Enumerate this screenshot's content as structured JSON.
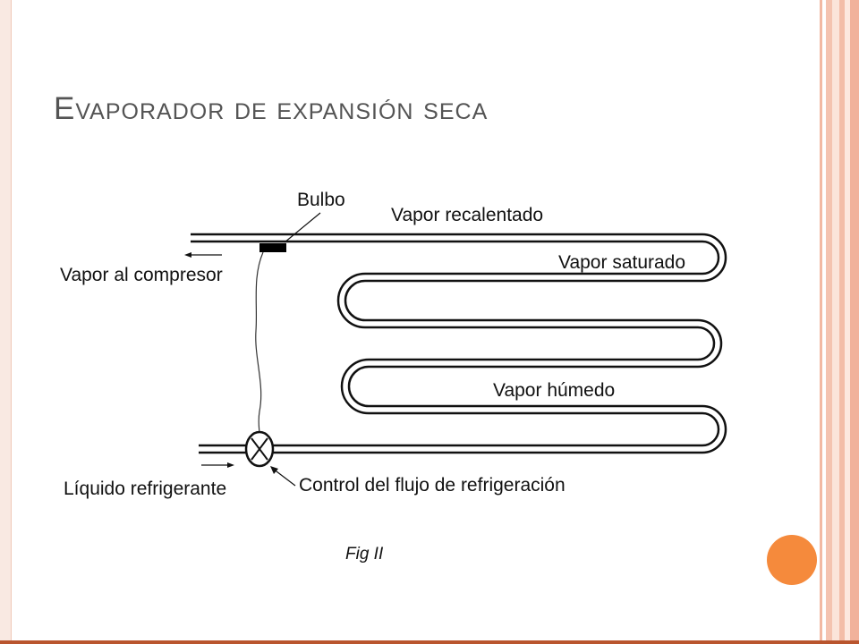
{
  "title": "Evaporador de expansión seca",
  "diagram": {
    "labels": {
      "bulbo": "Bulbo",
      "vapor_recalentado": "Vapor recalentado",
      "vapor_al_compresor": "Vapor al compresor",
      "vapor_saturado": "Vapor saturado",
      "vapor_humedo": "Vapor húmedo",
      "liquido_refrigerante": "Líquido refrigerante",
      "control_flujo": "Control del flujo de refrigeración"
    },
    "caption": "Fig II"
  },
  "colors": {
    "title": "#545454",
    "accent_circle": "#f58a3c",
    "frame_stripe": "#f2b9a3",
    "bottom_bar": "#b9552e"
  }
}
